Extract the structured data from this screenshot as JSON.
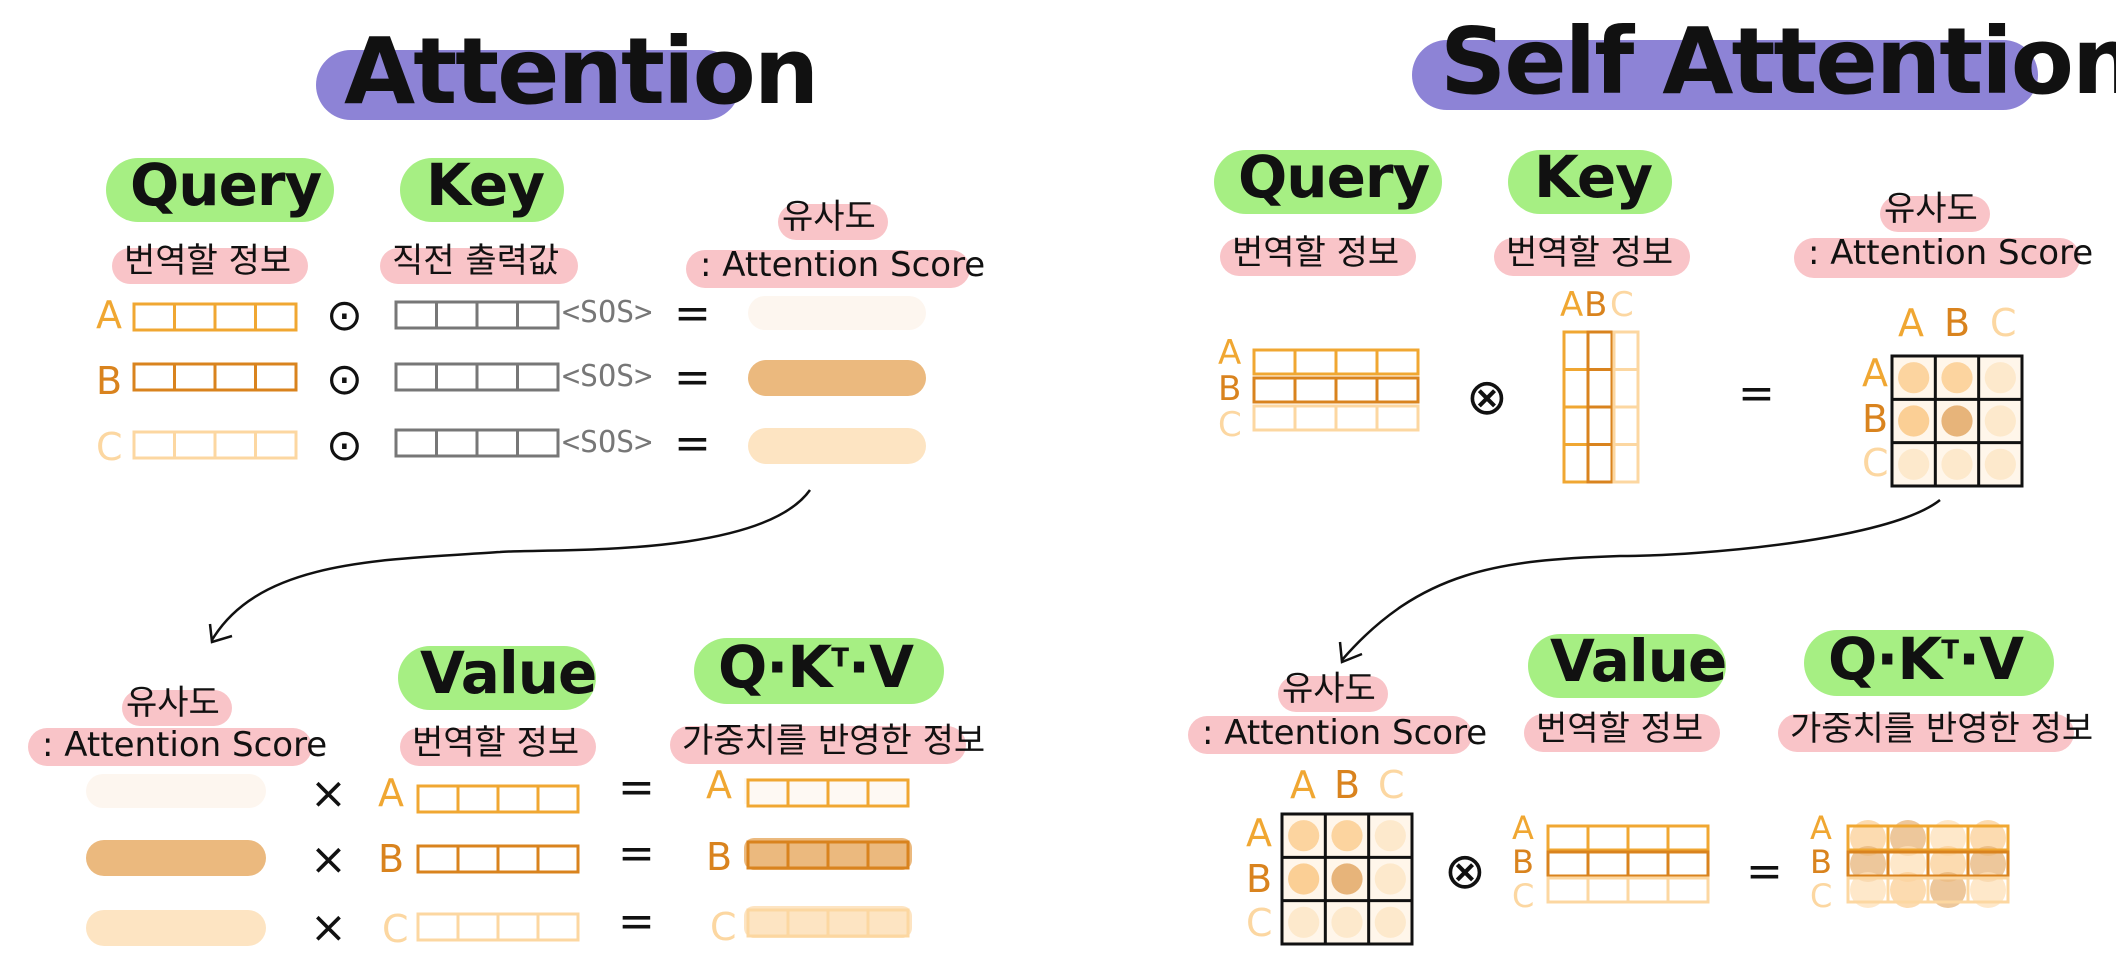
{
  "colors": {
    "title_bg": "#8d83d6",
    "head_bg": "#a6ef83",
    "sub_bg": "#f9c4c8",
    "a_color": "#f0a732",
    "b_color": "#d9831e",
    "c_color": "#fcd7a1",
    "key_gray": "#777777",
    "score_a": "#fdf6ef",
    "score_b": "#ebb97e",
    "score_c": "#fde4c2"
  },
  "left": {
    "title": "Attention",
    "query": {
      "label": "Query",
      "sub": "번역할 정보"
    },
    "key": {
      "label": "Key",
      "sub": "직전 출력값"
    },
    "score": {
      "top": "유사도",
      "sub": ": Attention Score"
    },
    "rows": [
      {
        "label": "A",
        "op": "⊙",
        "token": "<SOS>",
        "eq": "="
      },
      {
        "label": "B",
        "op": "⊙",
        "token": "<SOS>",
        "eq": "="
      },
      {
        "label": "C",
        "op": "⊙",
        "token": "<SOS>",
        "eq": "="
      }
    ],
    "bottom": {
      "score": {
        "top": "유사도",
        "sub": ": Attention Score"
      },
      "value": {
        "label": "Value",
        "sub": "번역할 정보"
      },
      "qkv": {
        "label": "Q·K",
        "sup": "T",
        "tail": "·V",
        "sub": "가중치를 반영한 정보"
      },
      "rows": [
        {
          "mul": "×",
          "label": "A",
          "eq": "=",
          "out": "A"
        },
        {
          "mul": "×",
          "label": "B",
          "eq": "=",
          "out": "B"
        },
        {
          "mul": "×",
          "label": "C",
          "eq": "=",
          "out": "C"
        }
      ]
    }
  },
  "right": {
    "title": "Self Attention",
    "query": {
      "label": "Query",
      "sub": "번역할 정보"
    },
    "key": {
      "label": "Key",
      "sub": "번역할 정보"
    },
    "score": {
      "top": "유사도",
      "sub": ": Attention Score"
    },
    "row_labels": [
      "A",
      "B",
      "C"
    ],
    "col_labels": [
      "A",
      "B",
      "C"
    ],
    "op": "⊗",
    "eq": "=",
    "bottom": {
      "score": {
        "top": "유사도",
        "sub": ": Attention Score"
      },
      "value": {
        "label": "Value",
        "sub": "번역할 정보"
      },
      "qkv": {
        "label": "Q·K",
        "sup": "T",
        "tail": "·V",
        "sub": "가중치를 반영한 정보"
      },
      "op": "⊗",
      "eq": "="
    }
  }
}
